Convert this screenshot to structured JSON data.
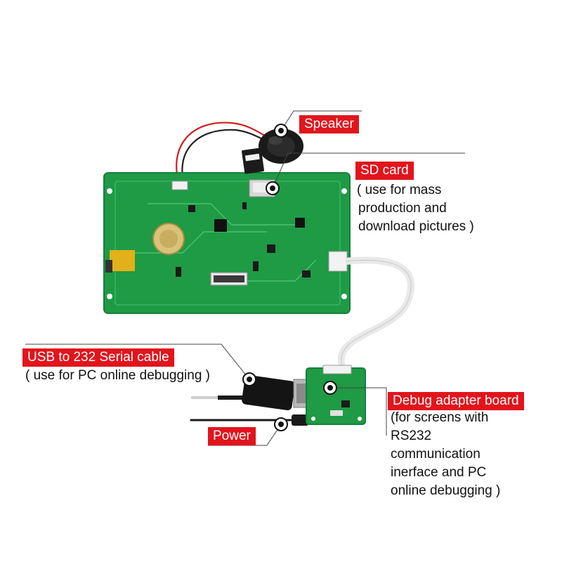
{
  "labels": {
    "speaker": "Speaker",
    "sd_card": "SD card",
    "sd_card_note": [
      " ( use for mass",
      "production and",
      "download pictures )"
    ],
    "usb_cable": "USB to 232 Serial cable",
    "usb_cable_note": " ( use for PC online debugging )",
    "debug_board": "Debug adapter board",
    "debug_board_note": [
      "(for screens with",
      "RS232",
      "communication",
      "inerface and PC",
      "online debugging )"
    ],
    "power": "Power"
  },
  "colors": {
    "label_bg": "#e2141c",
    "label_text": "#ffffff",
    "pcb_green": "#1f9a45",
    "leader_line": "#444444"
  }
}
